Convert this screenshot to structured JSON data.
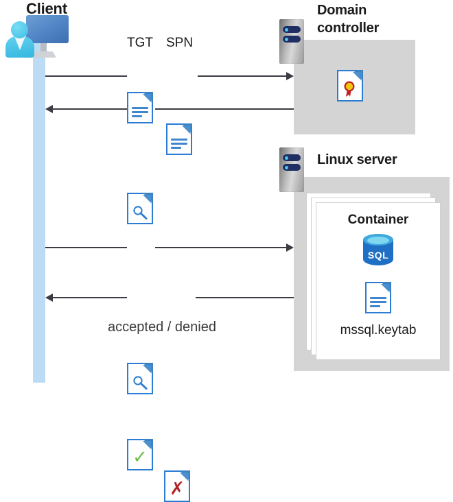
{
  "diagram": {
    "type": "sequence-architecture-diagram",
    "title_client": "Client",
    "title_domain_controller": "Domain\ncontroller",
    "title_linux_server": "Linux server",
    "title_container": "Container"
  },
  "actors": [
    {
      "id": "client",
      "label": "Client",
      "icon": "client-computer-user-icon"
    },
    {
      "id": "domain-controller",
      "label": "Domain controller",
      "icon": "server-icon"
    },
    {
      "id": "linux-server",
      "label": "Linux server",
      "icon": "server-icon"
    }
  ],
  "domain_controller": {
    "label_line1": "Domain",
    "label_line2": "controller",
    "contents": [
      {
        "icon": "certificate-document-icon",
        "label": ""
      }
    ]
  },
  "linux_server": {
    "label": "Linux server",
    "container": {
      "label": "Container",
      "stack_count": 3,
      "items": [
        {
          "icon": "sql-database-icon",
          "label": "SQL"
        },
        {
          "icon": "keytab-document-icon",
          "label": "mssql.keytab"
        }
      ]
    }
  },
  "messages": [
    {
      "id": "msg-tgt-spn",
      "direction": "right",
      "from": "client",
      "to": "domain-controller",
      "icons": [
        {
          "name": "tgt-document-icon",
          "label": "TGT"
        },
        {
          "name": "spn-document-icon",
          "label": "SPN"
        }
      ]
    },
    {
      "id": "msg-service-ticket",
      "direction": "left",
      "from": "domain-controller",
      "to": "client",
      "icons": [
        {
          "name": "key-document-icon",
          "label": ""
        }
      ]
    },
    {
      "id": "msg-ticket-presented",
      "direction": "right",
      "from": "client",
      "to": "linux-server",
      "icons": [
        {
          "name": "key-document-icon",
          "label": ""
        }
      ]
    },
    {
      "id": "msg-auth-result",
      "direction": "left",
      "from": "linux-server",
      "to": "client",
      "icons": [
        {
          "name": "accepted-document-icon",
          "label": ""
        },
        {
          "name": "denied-document-icon",
          "label": ""
        }
      ],
      "caption": "accepted / denied"
    }
  ],
  "labels": {
    "tgt": "TGT",
    "spn": "SPN",
    "accepted_denied": "accepted / denied",
    "sql": "SQL",
    "keytab": "mssql.keytab"
  },
  "colors": {
    "accent_blue": "#2b7cd3",
    "doc_fold": "#3b82c4",
    "lifeline": "#bcdcf6",
    "host_box": "#d4d4d4",
    "arrow": "#3b3b43",
    "accepted_green": "#6abf4b",
    "denied_red": "#b42025",
    "sql_blue": "#1f6fc4",
    "cert_gold": "#f2c60f",
    "cert_red": "#c02227",
    "server_badge": "#1f2f63",
    "server_dot": "#4ec3f0",
    "heading_text": "#1a1a1a",
    "caption_text": "#3a3a3a"
  }
}
